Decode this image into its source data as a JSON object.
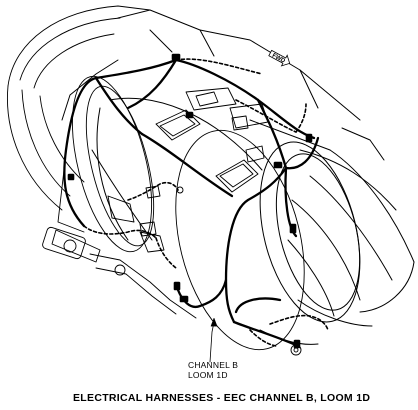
{
  "diagram": {
    "orientation_marker": "FWD",
    "callout": {
      "line1": "CHANNEL B",
      "line2": "LOOM 1D"
    },
    "caption": "ELECTRICAL HARNESSES - EEC CHANNEL B, LOOM 1D"
  }
}
